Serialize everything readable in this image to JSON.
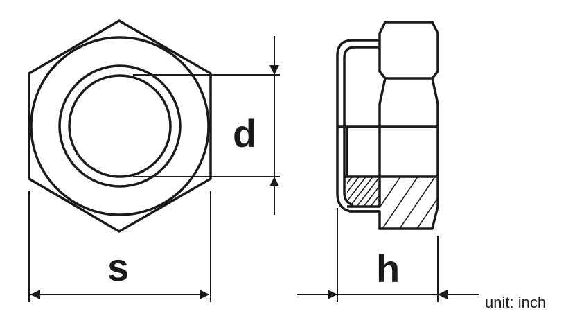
{
  "labels": {
    "d": "d",
    "s": "s",
    "h": "h",
    "unit": "unit: inch"
  },
  "colors": {
    "line": "#1a1a1a",
    "background": "#ffffff"
  }
}
